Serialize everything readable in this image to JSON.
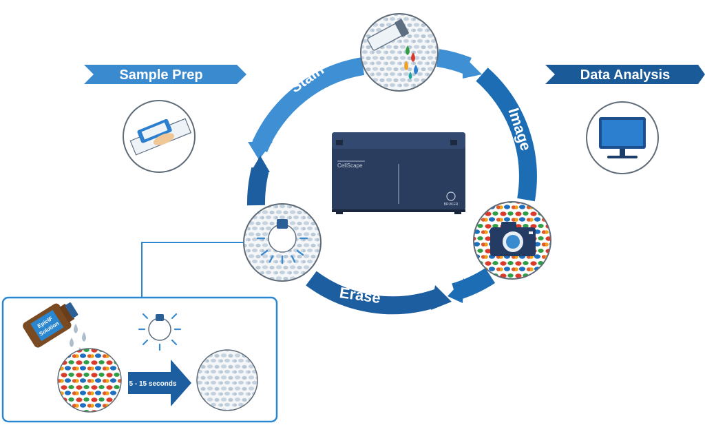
{
  "colors": {
    "arrow_light": "#3f8fd4",
    "arrow_dark": "#1c5e9f",
    "banner_light": "#3a8ad0",
    "banner_dark": "#1a5a98",
    "instrument": "#2b3d5f",
    "cell_fill": "#c9d6e2",
    "circle_border": "#9aa6b2",
    "inset_border": "#2a86cf",
    "bottle": "#7a4a22"
  },
  "icons": {
    "sample_prep": "slide-icon",
    "data_analysis": "monitor-icon",
    "stain": "stain-vial-icon",
    "image": "camera-icon",
    "erase": "lightbulb-icon",
    "instrument": "cellscope-instrument"
  },
  "banners": {
    "sample_prep": "Sample Prep",
    "data_analysis": "Data Analysis"
  },
  "cycle": {
    "stain": "Stain",
    "image": "Image",
    "erase": "Erase"
  },
  "instrument": {
    "name": "CellScape",
    "brand": "BRUKER"
  },
  "inset": {
    "bottle_label_line1": "EpicIF",
    "bottle_label_line2": "Solution",
    "duration": "5 - 15 seconds"
  }
}
